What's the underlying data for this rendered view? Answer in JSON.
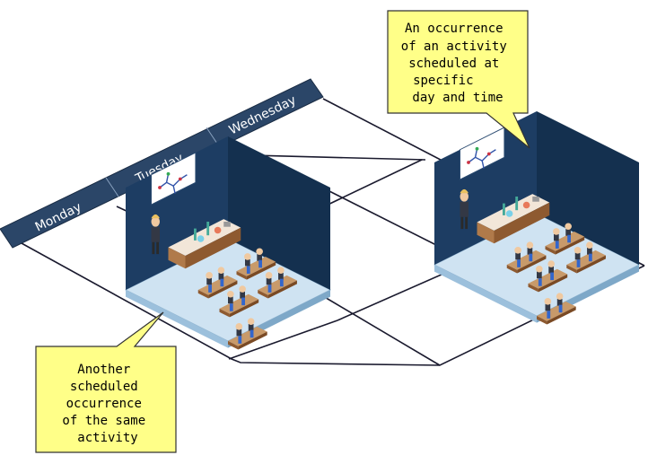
{
  "grid": {
    "days": [
      "Monday",
      "Tuesday",
      "Wednesday"
    ]
  },
  "callouts": {
    "top": [
      "An occurrence",
      "of an activity",
      "scheduled at",
      "specific",
      "day and time"
    ],
    "bottom": [
      "Another",
      "scheduled",
      "occurrence",
      "of the same",
      "activity"
    ]
  },
  "colors": {
    "header": "#2b4668",
    "wall": "#1d3d63",
    "floor": "#cfe3f2",
    "callout_fill": "#ffff88",
    "grid_line": "#1a1a2e"
  },
  "icons": {
    "classroom": "chemistry-classroom-icon",
    "board": "molecule-whiteboard-icon"
  }
}
